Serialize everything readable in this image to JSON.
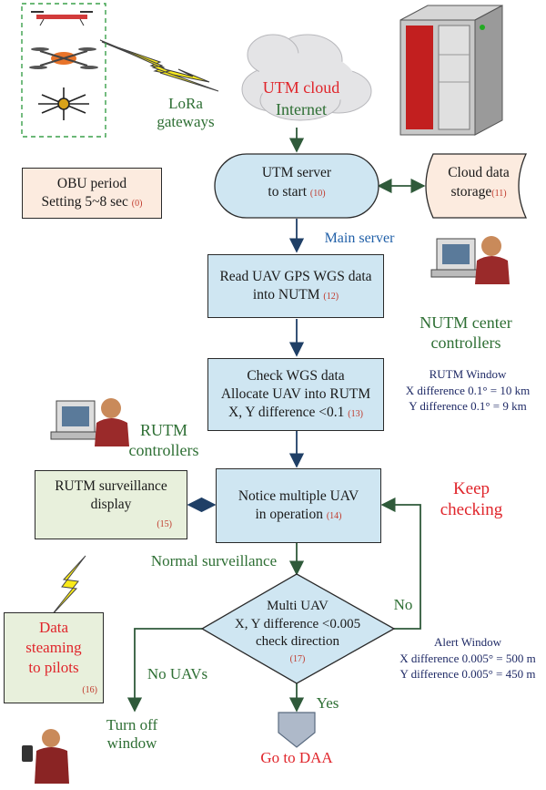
{
  "utm_cloud": {
    "line1": "UTM cloud",
    "line2": "Internet"
  },
  "lora": {
    "line1": "LoRa",
    "line2": "gateways"
  },
  "obu": {
    "line1": "OBU period",
    "line2": "Setting 5~8 sec",
    "num": "(0)"
  },
  "utm_server": {
    "line1": "UTM server",
    "line2": "to start",
    "num": "(10)"
  },
  "cloud_storage": {
    "line1": "Cloud data",
    "line2": "storage",
    "num": "(11)"
  },
  "main_server": "Main server",
  "read_gps": {
    "line1": "Read UAV GPS WGS data",
    "line2": "into NUTM",
    "num": "(12)"
  },
  "nutm_controllers": {
    "line1": "NUTM center",
    "line2": "controllers"
  },
  "check_wgs": {
    "line1": "Check WGS data",
    "line2": "Allocate UAV into RUTM",
    "line3": "X, Y difference <0.1",
    "num": "(13)"
  },
  "rutm_window": {
    "title": "RUTM Window",
    "line1": "X difference 0.1° = 10 km",
    "line2": "Y difference 0.1° = 9 km"
  },
  "rutm_controllers": {
    "line1": "RUTM",
    "line2": "controllers"
  },
  "rutm_display": {
    "line1": "RUTM surveillance",
    "line2": "display",
    "num": "(15)"
  },
  "notice": {
    "line1": "Notice multiple UAV",
    "line2": "in operation",
    "num": "(14)"
  },
  "keep_checking": {
    "line1": "Keep",
    "line2": "checking"
  },
  "normal_surveillance": "Normal surveillance",
  "multi_uav": {
    "line1": "Multi UAV",
    "line2": "X, Y difference <0.005",
    "line3": "check direction",
    "num": "(17)"
  },
  "no_label": "No",
  "yes_label": "Yes",
  "data_streaming": {
    "line1": "Data",
    "line2": "steaming",
    "line3": "to pilots",
    "num": "(16)"
  },
  "no_uavs": "No UAVs",
  "alert_window": {
    "title": "Alert Window",
    "line1": "X difference 0.005° = 500 m",
    "line2": "Y difference 0.005° = 450 m"
  },
  "turn_off": {
    "line1": "Turn off",
    "line2": "window"
  },
  "go_daa": "Go to DAA",
  "colors": {
    "box_blue": "#cfe6f2",
    "box_green": "#e8f0dc",
    "box_peach": "#fcebdf",
    "arrow": "#1f3f66",
    "accent_red": "#e0252b",
    "accent_green": "#2e6f34"
  }
}
